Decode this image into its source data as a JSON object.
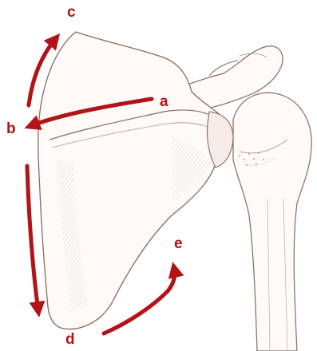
{
  "labels": {
    "a": "a",
    "b": "b",
    "c": "c",
    "d": "d",
    "e": "e"
  },
  "colors": {
    "arrow": "#b31217",
    "bone_stroke": "#8a6a5e",
    "bone_shade": "#c9a99c",
    "background": "#ffffff"
  },
  "icons": {
    "arrows": [
      "arrow-a-to-b",
      "arrow-b-to-c",
      "arrow-b-to-d",
      "arrow-d-to-e"
    ]
  }
}
